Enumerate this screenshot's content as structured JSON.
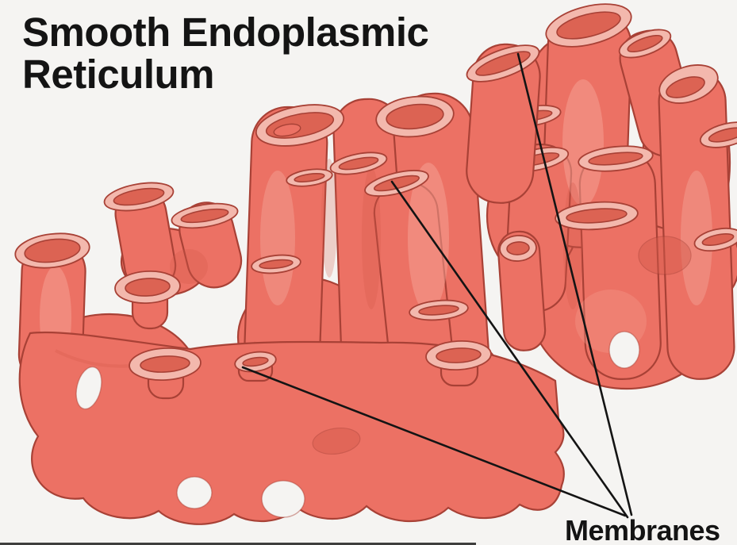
{
  "title": {
    "line1": "Smooth Endoplasmic",
    "line2": "Reticulum",
    "full": "Smooth Endoplasmic Reticulum"
  },
  "labels": {
    "membranes": "Membranes"
  },
  "figure": {
    "kind": "illustration",
    "subject": "smooth endoplasmic reticulum tubules",
    "pointer_line_count": 3,
    "pointer_target": "Membranes"
  },
  "colors": {
    "background": "#f5f4f2",
    "tubule_fill": "#ec7164",
    "tubule_outline": "#a84136",
    "opening_rim": "#f3b8ad",
    "opening_interior": "#dc6353",
    "highlight": "#f5a396",
    "shadow_shade": "#d45a4b",
    "text": "#141414",
    "pointer_line": "#141414"
  }
}
